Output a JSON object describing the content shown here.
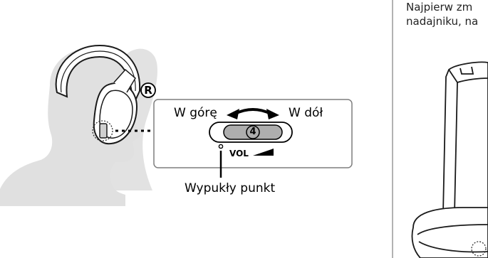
{
  "diagram": {
    "right_marker": "R",
    "direction_up": "W górę",
    "direction_down": "W dół",
    "volume_value": "4",
    "volume_label": "VOL",
    "bump_label": "Wypukły punkt"
  },
  "side_text": {
    "line1": "Najpierw zm",
    "line2": "nadajniku, na"
  }
}
